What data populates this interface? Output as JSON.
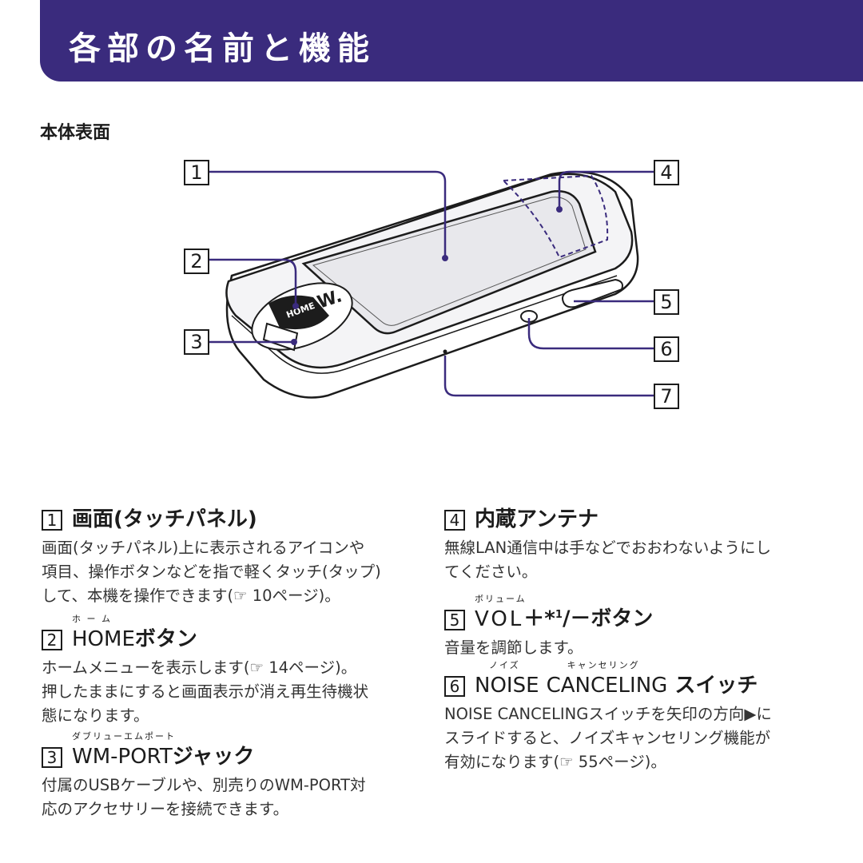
{
  "page_title": "各部の名前と機能",
  "section": "本体表面",
  "callouts": [
    "1",
    "2",
    "3",
    "4",
    "5",
    "6",
    "7"
  ],
  "device": {
    "home_label": "HOME",
    "logo": "W."
  },
  "items": [
    {
      "num": "1",
      "title": "画面(タッチパネル)",
      "ruby": "",
      "desc": [
        "画面(タッチパネル)上に表示されるアイコンや",
        "項目、操作ボタンなどを指で軽くタッチ(タップ)",
        "して、本機を操作できます(☞ 10ページ)。"
      ]
    },
    {
      "num": "2",
      "title_main": "HOME",
      "title_rest": "ボタン",
      "ruby": "ホ ー ム",
      "desc": [
        "ホームメニューを表示します(☞ 14ページ)。",
        "押したままにすると画面表示が消え再生待機状",
        "態になります。"
      ]
    },
    {
      "num": "3",
      "title_main": "WM-PORT",
      "title_rest": "ジャック",
      "ruby": "ダブリューエムポート",
      "desc": [
        "付属のUSBケーブルや、別売りのWM-PORT対",
        "応のアクセサリーを接続できます。"
      ]
    },
    {
      "num": "4",
      "title": "内蔵アンテナ",
      "ruby": "",
      "desc": [
        "無線LAN通信中は手などでおおわないようにし",
        "てください。"
      ]
    },
    {
      "num": "5",
      "title_main": "VOL",
      "title_rest": "＋*",
      "title_sup": "1",
      "title_end": "/－ボタン",
      "ruby": "ボリューム",
      "desc": [
        "音量を調節します。"
      ]
    },
    {
      "num": "6",
      "title_main": "NOISE",
      "title_mid": "CANCELING",
      "title_rest": "スイッチ",
      "ruby": "ノイズ",
      "ruby2": "キャンセリング",
      "desc": [
        "NOISE CANCELINGスイッチを矢印の方向▶に",
        "スライドすると、ノイズキャンセリング機能が",
        "有効になります(☞ 55ページ)。"
      ]
    }
  ],
  "colors": {
    "header_bg": "#3a2b7d",
    "header_text": "#ffffff",
    "line": "#3a2b7d"
  }
}
